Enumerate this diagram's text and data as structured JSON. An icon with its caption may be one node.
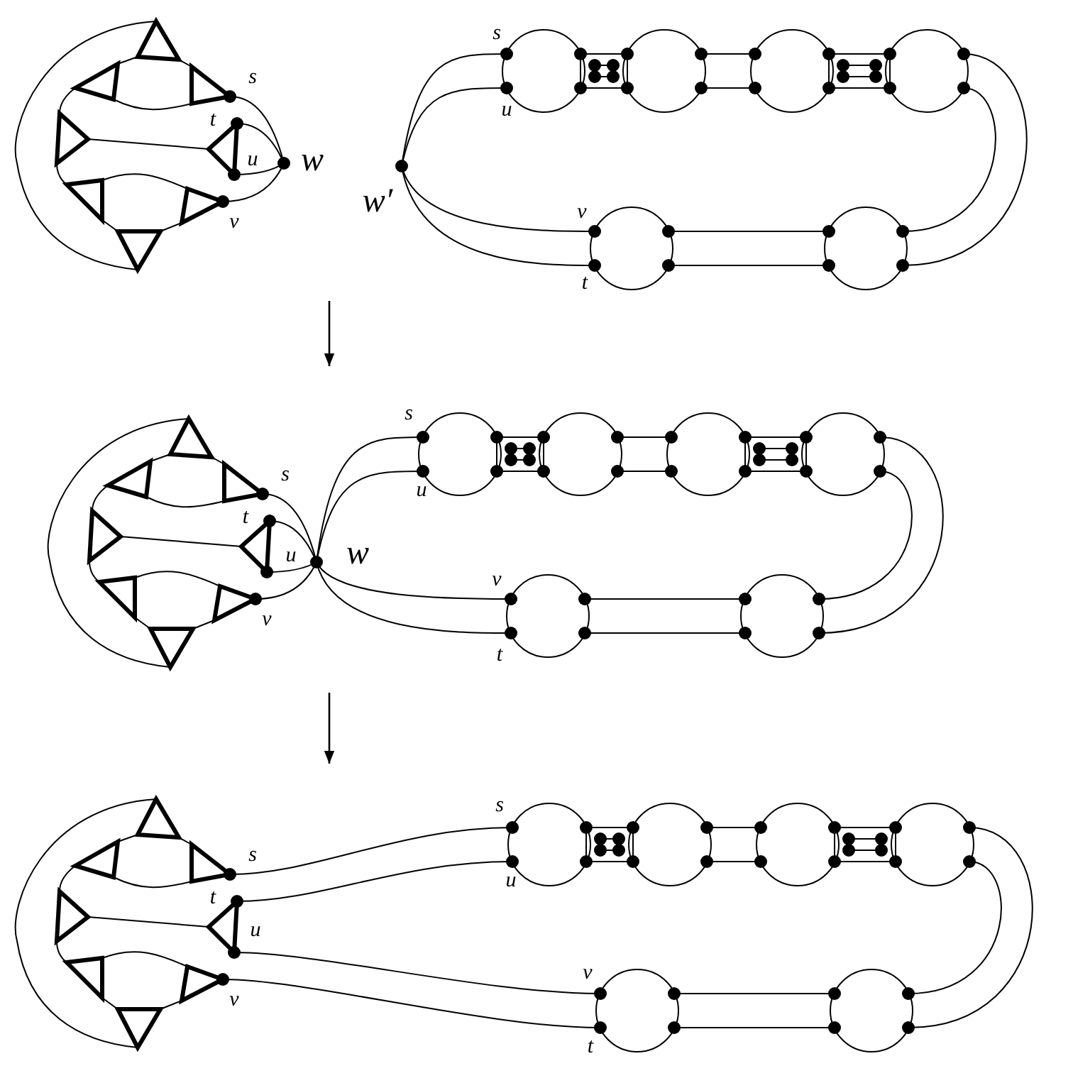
{
  "diagram": {
    "nodes": [
      {
        "text": [],
        "shape": "picture"
      },
      {
        "text": [],
        "shape": "picture"
      },
      {
        "text": [],
        "shape": "picture"
      }
    ],
    "edges": [
      {
        "from": 0,
        "to": 1,
        "arrow": "to"
      },
      {
        "from": 1,
        "to": 2,
        "arrow": "to"
      }
    ],
    "labels": [
      "s",
      "t",
      "u",
      "w",
      "v",
      "s",
      "u",
      "w′",
      "v",
      "t",
      "s",
      "t",
      "u",
      "w",
      "v",
      "s",
      "u",
      "v",
      "t",
      "s",
      "t",
      "u",
      "v",
      "s",
      "u",
      "v",
      "t"
    ]
  }
}
